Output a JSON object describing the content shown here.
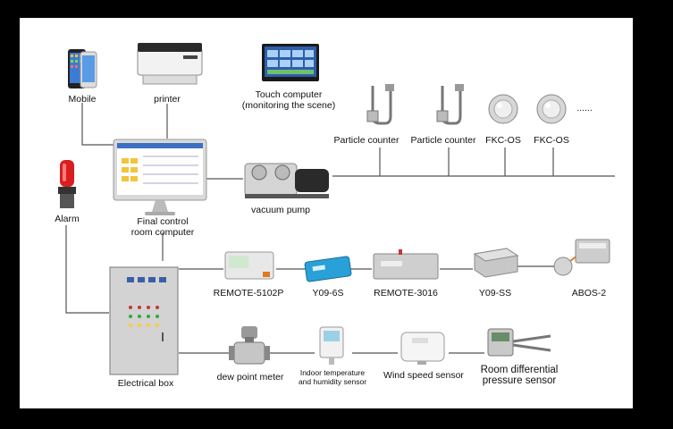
{
  "nodes": {
    "mobile": "Mobile",
    "printer": "printer",
    "touch_computer": [
      "Touch computer",
      "(monitoring the scene)"
    ],
    "particle_counter_1": "Particle counter",
    "particle_counter_2": "Particle counter",
    "fkc_os_1": "FKC-OS",
    "fkc_os_2": "FKC-OS",
    "ellipsis": "......",
    "alarm": "Alarm",
    "final_control": [
      "Final control",
      "room computer"
    ],
    "vacuum_pump": "vacuum pump",
    "remote_5102p": "REMOTE-5102P",
    "y09_6s": "Y09-6S",
    "remote_3016": "REMOTE-3016",
    "y09_ss": "Y09-SS",
    "abos_2": "ABOS-2",
    "electrical_box": "Electrical box",
    "dew_point_meter": "dew point meter",
    "temp_humidity": [
      "Indoor temperature",
      "and humidity sensor"
    ],
    "wind_speed": "Wind speed sensor",
    "room_diff_pressure": [
      "Room differential",
      "pressure sensor"
    ]
  },
  "colors": {
    "background": "#ffffff",
    "frame": "#000000",
    "wire": "#555555",
    "device_grey": "#c9c9c9",
    "device_blue": "#2aa0d8",
    "alarm_red": "#d81e1e"
  }
}
